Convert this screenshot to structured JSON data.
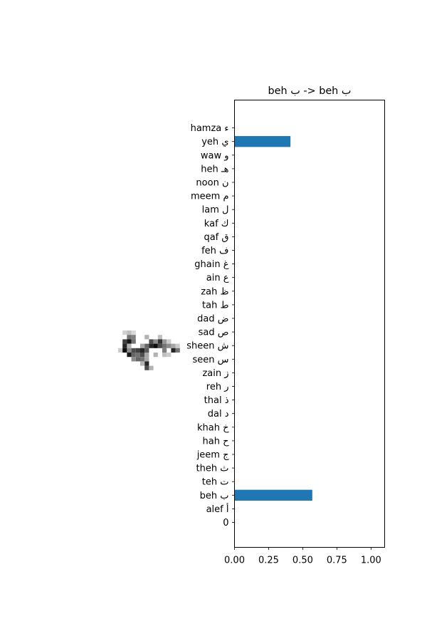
{
  "chart_data": {
    "type": "bar",
    "orientation": "horizontal",
    "title": "beh ب -> beh ب",
    "xlabel": "",
    "ylabel": "",
    "xlim": [
      0,
      1.1
    ],
    "xticks": [
      "0.00",
      "0.25",
      "0.50",
      "0.75",
      "1.00"
    ],
    "grid": false,
    "categories": [
      "0",
      "alef أ",
      "beh ب",
      "teh ت",
      "theh ث",
      "jeem ج",
      "hah ح",
      "khah خ",
      "dal د",
      "thal ذ",
      "reh ر",
      "zain ز",
      "seen س",
      "sheen ش",
      "sad ص",
      "dad ض",
      "tah ط",
      "zah ظ",
      "ain ع",
      "ghain غ",
      "feh ف",
      "qaf ق",
      "kaf ك",
      "lam ل",
      "meem م",
      "noon ن",
      "heh هـ",
      "waw و",
      "yeh ي",
      "hamza ء"
    ],
    "values": [
      0,
      0,
      0.57,
      0,
      0,
      0,
      0,
      0,
      0,
      0,
      0,
      0,
      0,
      0,
      0,
      0,
      0,
      0,
      0,
      0,
      0,
      0,
      0,
      0,
      0,
      0,
      0,
      0,
      0.41,
      0
    ],
    "bar_color": "#1f77b4",
    "inset_image": {
      "description": "handwritten character sample",
      "colormap": "grayscale-reversed"
    }
  }
}
